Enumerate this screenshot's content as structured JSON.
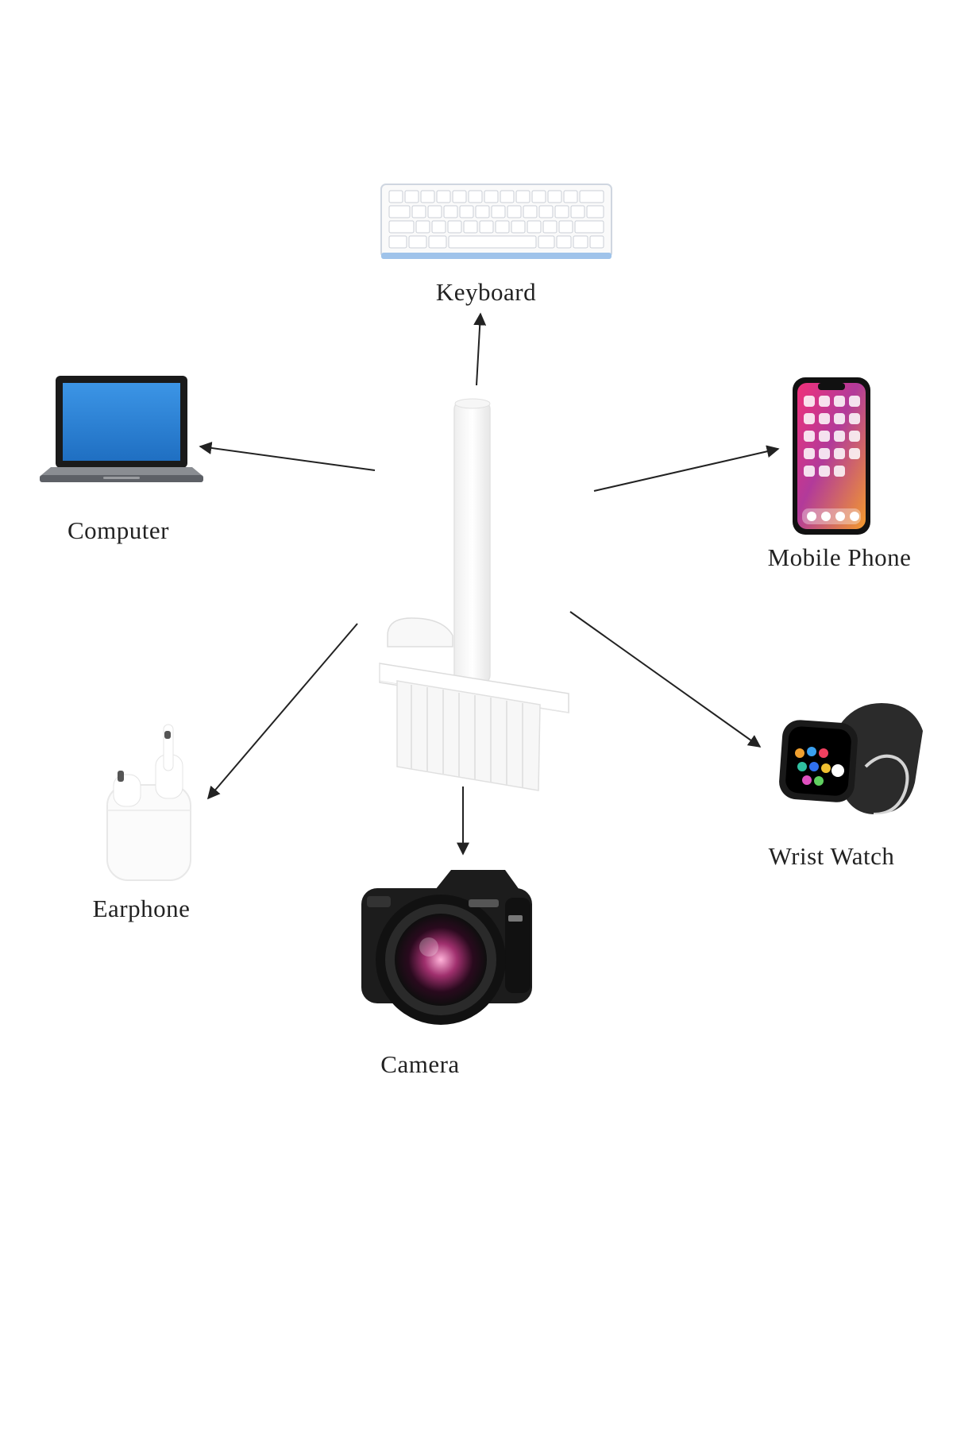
{
  "diagram": {
    "center": {
      "icon": "cleaning-brush-icon"
    },
    "devices": [
      {
        "id": "keyboard",
        "label": "Keyboard",
        "icon": "keyboard-icon"
      },
      {
        "id": "computer",
        "label": "Computer",
        "icon": "laptop-icon"
      },
      {
        "id": "mobile",
        "label": "Mobile Phone",
        "icon": "smartphone-icon"
      },
      {
        "id": "earphone",
        "label": "Earphone",
        "icon": "earbuds-icon"
      },
      {
        "id": "watch",
        "label": "Wrist Watch",
        "icon": "smartwatch-icon"
      },
      {
        "id": "camera",
        "label": "Camera",
        "icon": "camera-icon"
      }
    ]
  },
  "colors": {
    "arrow": "#222222",
    "text": "#222222",
    "laptop_screen": "#2f86d8",
    "watch_band": "#2b2b2b",
    "camera_body": "#1c1c1c"
  }
}
